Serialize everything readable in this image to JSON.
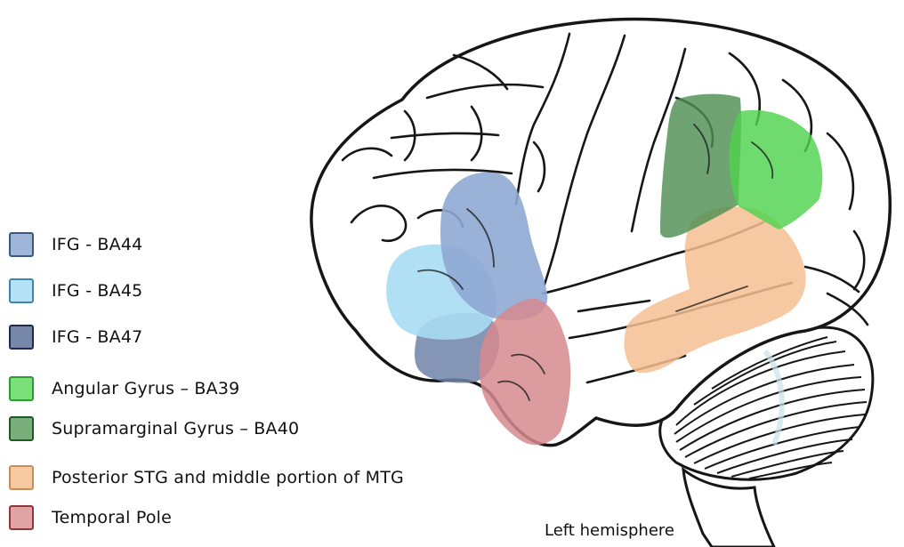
{
  "legend": {
    "items": [
      {
        "label": "IFG - BA44",
        "fill": "#9fb6d8",
        "border": "#3b5784"
      },
      {
        "label": "IFG - BA45",
        "fill": "#b6e2f5",
        "border": "#3b87b0"
      },
      {
        "label": "IFG - BA47",
        "fill": "#7787a9",
        "border": "#1e2b4e"
      },
      {
        "label": "Angular Gyrus – BA39",
        "fill": "#7be07a",
        "border": "#2e9c35"
      },
      {
        "label": "Supramarginal Gyrus – BA40",
        "fill": "#7aaf7b",
        "border": "#1f5b25"
      },
      {
        "label": "Posterior STG and middle portion of MTG",
        "fill": "#f6c9a1",
        "border": "#c98d5b"
      },
      {
        "label": "Temporal Pole",
        "fill": "#e0a3a6",
        "border": "#93353c"
      }
    ]
  },
  "caption": "Left hemisphere",
  "colors": {
    "outline": "#161616",
    "background": "#ffffff",
    "ba44": "#9fb6d8",
    "ba45": "#b6e2f5",
    "ba47": "#7787a9",
    "ba39": "#5fd65e",
    "ba40": "#5c9a5e",
    "stg_mtg": "#f6c8a0",
    "temporal_pole": "#d89599"
  }
}
